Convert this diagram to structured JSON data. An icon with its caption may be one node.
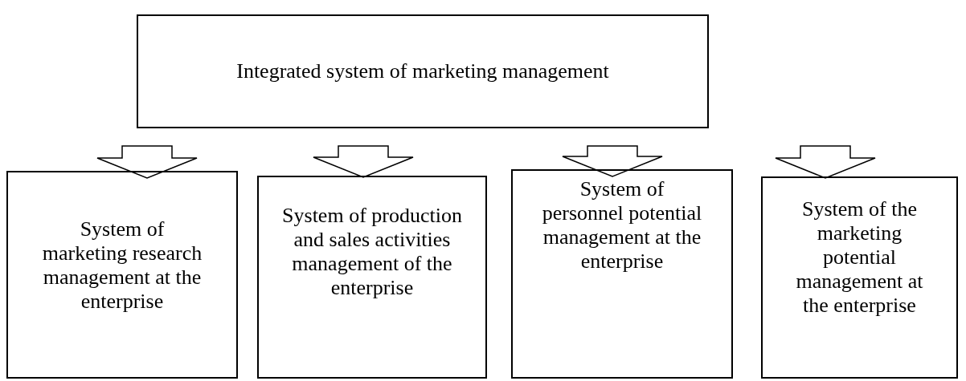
{
  "diagram": {
    "nodes": [
      {
        "text": [
          "Integrated system of marketing management"
        ]
      },
      {
        "text": [
          "System of marketing research management at the enterprise"
        ]
      },
      {
        "text": [
          "System of production and sales activities management of the enterprise"
        ]
      },
      {
        "text": [
          "System of personnel potential management at the enterprise"
        ]
      },
      {
        "text": [
          "System of the marketing potential management at the enterprise"
        ]
      }
    ],
    "edges": [
      {
        "from": 0,
        "to": 1,
        "arrow": "to"
      },
      {
        "from": 0,
        "to": 2,
        "arrow": "to"
      },
      {
        "from": 0,
        "to": 3,
        "arrow": "to"
      },
      {
        "from": 0,
        "to": 4,
        "arrow": "to"
      }
    ]
  }
}
